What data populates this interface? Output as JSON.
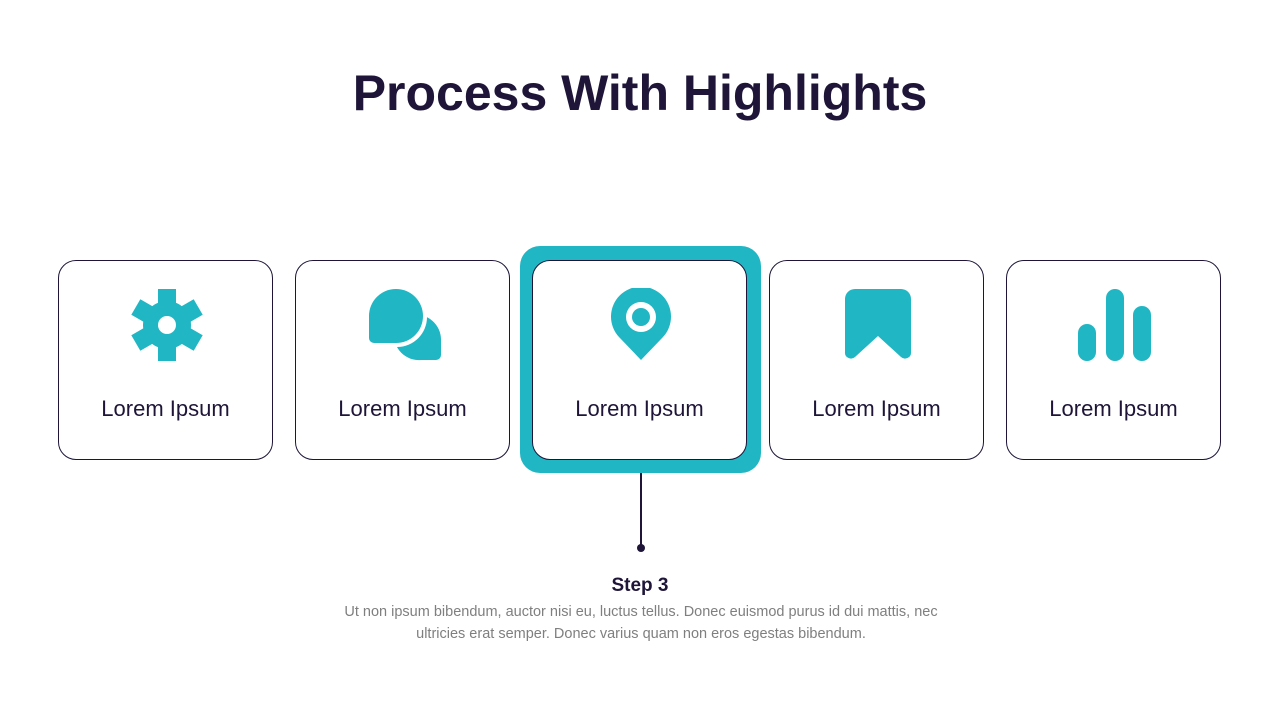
{
  "title": "Process With Highlights",
  "accent_color": "#20b6c3",
  "steps": [
    {
      "label": "Lorem Ipsum",
      "icon": "gear-icon"
    },
    {
      "label": "Lorem Ipsum",
      "icon": "chat-bubbles-icon"
    },
    {
      "label": "Lorem Ipsum",
      "icon": "location-pin-icon"
    },
    {
      "label": "Lorem Ipsum",
      "icon": "bookmark-icon"
    },
    {
      "label": "Lorem Ipsum",
      "icon": "bar-chart-icon"
    }
  ],
  "highlighted_step": 3,
  "detail": {
    "heading": "Step 3",
    "text": "Ut non ipsum bibendum, auctor nisi eu, luctus tellus. Donec euismod purus id dui mattis, nec ultricies erat semper. Donec varius quam non eros egestas bibendum."
  }
}
